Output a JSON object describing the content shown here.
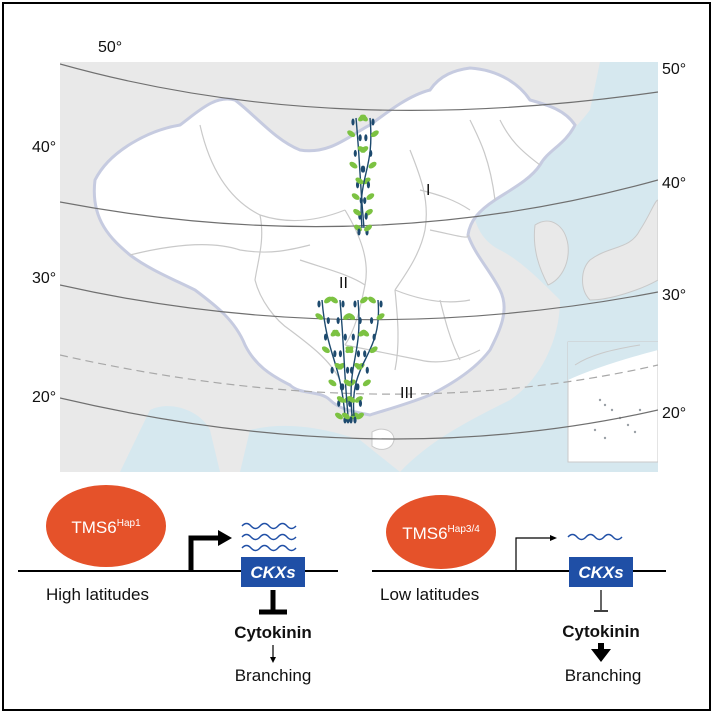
{
  "map": {
    "lat_left": [
      "50°",
      "40°",
      "30°",
      "20°"
    ],
    "lat_right": [
      "50°",
      "40°",
      "30°",
      "20°"
    ],
    "regions": [
      "I",
      "II",
      "III"
    ],
    "colors": {
      "sea": "#d6e8ef",
      "land": "#ffffff",
      "outside": "#e9e9e9",
      "border": "#c9c9c9",
      "lat": "#707070",
      "plant": "#7cc242",
      "pod": "#1d4a6e"
    }
  },
  "left_panel": {
    "protein": "TMS6",
    "protein_sup": "Hap1",
    "gene": "CKXs",
    "latitude": "High latitudes",
    "hormone": "Cytokinin",
    "outcome": "Branching",
    "transcript_rows": 3
  },
  "right_panel": {
    "protein": "TMS6",
    "protein_sup": "Hap3/4",
    "gene": "CKXs",
    "latitude": "Low latitudes",
    "hormone": "Cytokinin",
    "outcome": "Branching",
    "transcript_rows": 1
  },
  "colors": {
    "protein": "#e5522a",
    "gene": "#1f4fa6",
    "wave": "#1f4fa6"
  }
}
